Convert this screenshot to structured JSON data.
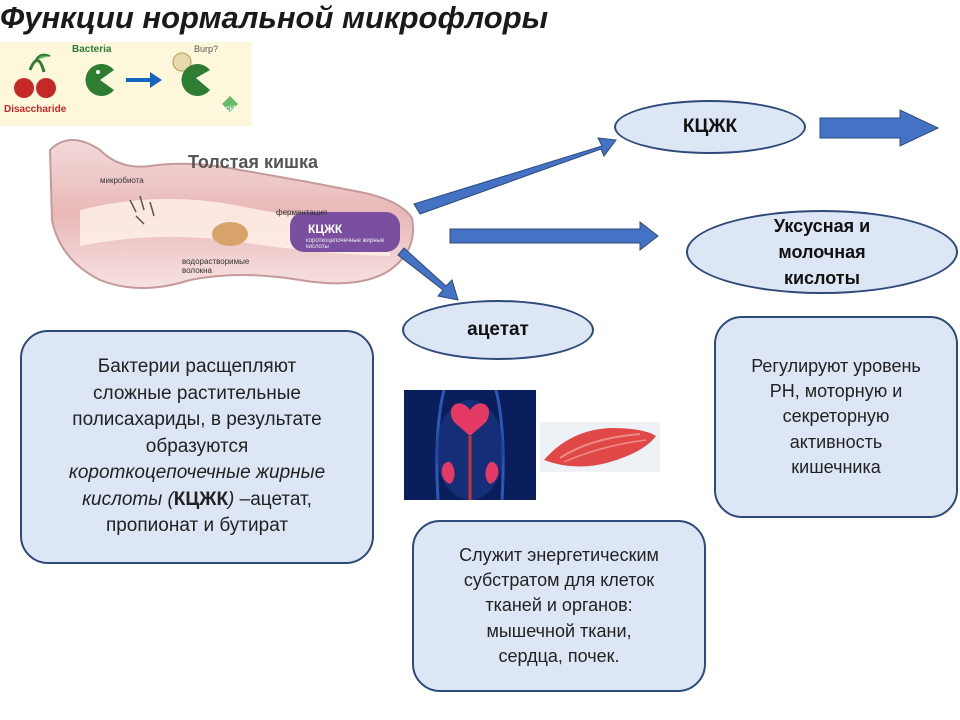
{
  "title": "Функции нормальной микрофлоры",
  "logo": {
    "bacteria_label": "Bacteria",
    "burp_label": "Burp?",
    "disaccharide_label": "Disaccharide",
    "acid_label": "Acid"
  },
  "intestine": {
    "title": "Толстая кишка",
    "label_microbiota": "микробиота",
    "label_fermentation": "ферментация",
    "label_kzhk": "КЦЖК",
    "label_kzhk_sub": "короткоцепочечные жирные кислоты",
    "label_fiber": "водорастворимые волокна"
  },
  "nodes": {
    "kzhk": "КЦЖК",
    "acids_line1": "Уксусная и",
    "acids_line2": "молочная",
    "acids_line3": "кислоты",
    "acetate": "ацетат"
  },
  "box_left": {
    "line1": "Бактерии расщепляют",
    "line2": "сложные растительные",
    "line3": "полисахариды, в результате",
    "line4": "образуются",
    "italic_part1": "короткоцепочечные жирные",
    "italic_part2": "кислоты (",
    "bold_abbr": "КЦЖК",
    "italic_close": ")",
    "tail": " –ацетат,",
    "line_last": "пропионат и бутират"
  },
  "box_right": {
    "line1": "Регулируют уровень",
    "line2": "РН, моторную и",
    "line3": "секреторную",
    "line4": "активность",
    "line5": "кишечника"
  },
  "box_bottom": {
    "line1": "Служит энергетическим",
    "line2": "субстратом для клеток",
    "line3": "тканей и органов:",
    "line4": "мышечной ткани,",
    "line5": "сердца, почек."
  },
  "colors": {
    "arrow": "#4472c4",
    "node_fill": "#dde6f5",
    "node_border": "#2f4a7a"
  }
}
